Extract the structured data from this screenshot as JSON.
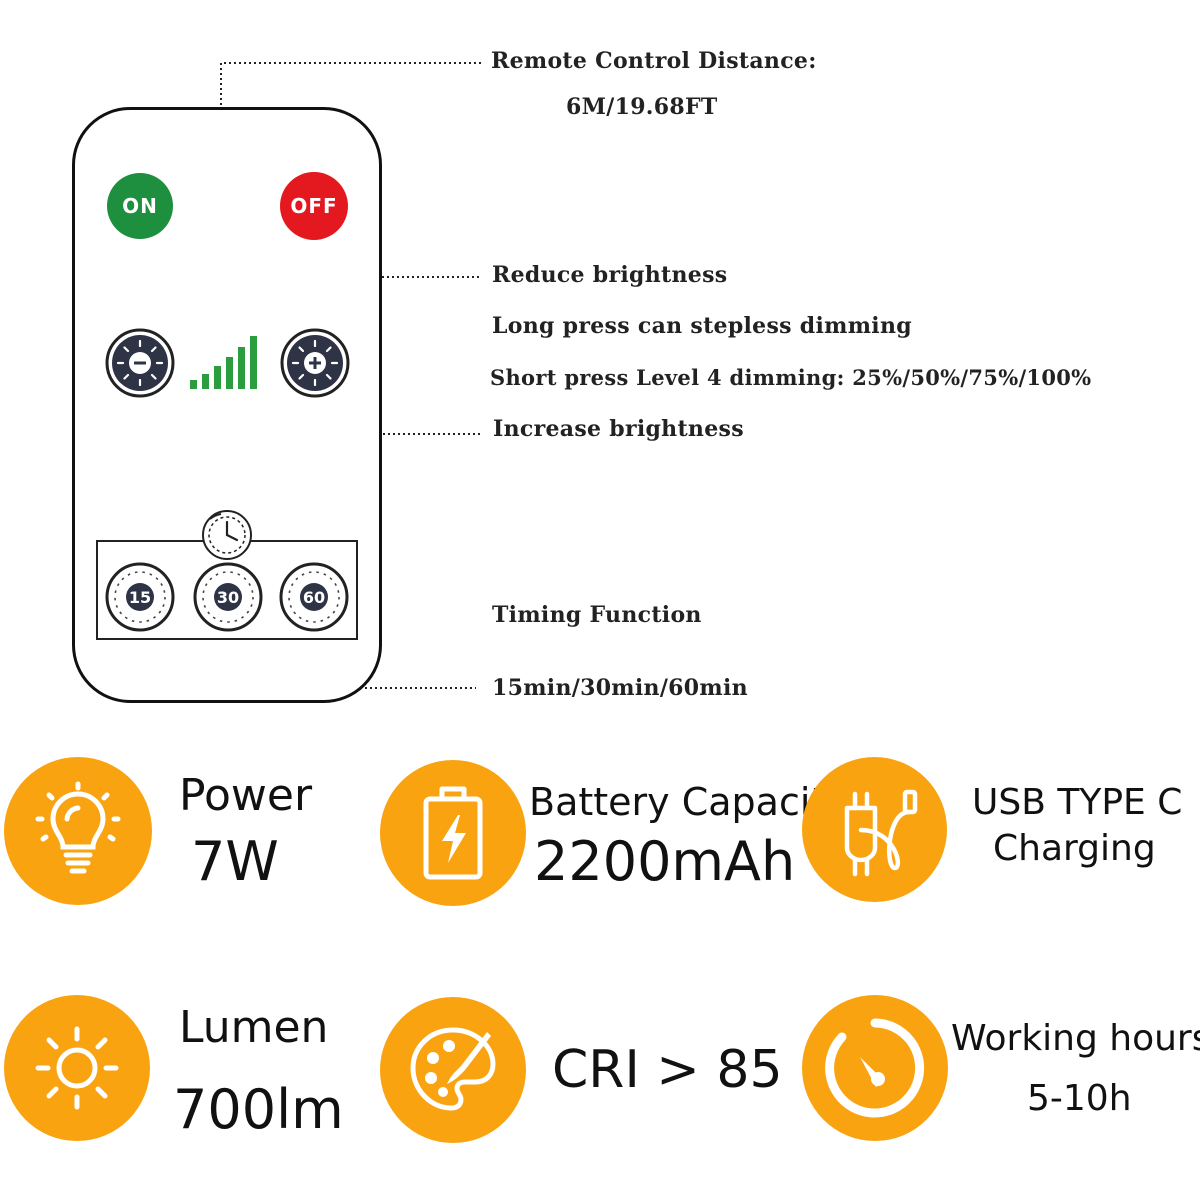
{
  "remote": {
    "on_label": "ON",
    "off_label": "OFF",
    "timer_values": [
      "15",
      "30",
      "60"
    ]
  },
  "annotations": {
    "distance_title": "Remote Control Distance:",
    "distance_value": "6M/19.68FT",
    "reduce": "Reduce brightness",
    "long_press": "Long press can stepless dimming",
    "short_press": "Short press Level 4 dimming: 25%/50%/75%/100%",
    "increase": "Increase brightness",
    "timing_title": "Timing Function",
    "timing_values": "15min/30min/60min"
  },
  "features": {
    "power": {
      "label": "Power",
      "value": "7W",
      "icon": "light-bulb-icon"
    },
    "battery": {
      "label": "Battery Capacity",
      "value": "2200mAh",
      "icon": "battery-charging-icon"
    },
    "usb": {
      "line1": "USB TYPE C",
      "line2": "Charging",
      "icon": "usb-charger-icon"
    },
    "lumen": {
      "label": "Lumen",
      "value": "700lm",
      "icon": "sun-icon"
    },
    "cri": {
      "label": "CRI > 85",
      "icon": "palette-icon"
    },
    "hours": {
      "label": "Working hours",
      "value": "5-10h",
      "icon": "gauge-timer-icon"
    }
  },
  "colors": {
    "accent_orange": "#f9a311",
    "on_green": "#1e8f3e",
    "off_red": "#e3191f",
    "signal_green": "#2a9d3e",
    "button_dark": "#2f3346"
  }
}
